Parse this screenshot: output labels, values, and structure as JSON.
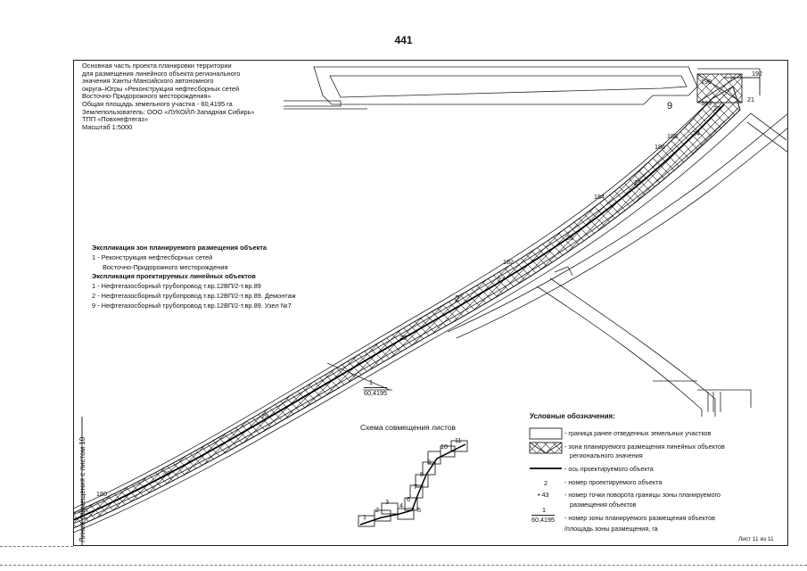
{
  "page_number": "441",
  "header": {
    "lines": [
      "Основная часть проекта планировки территории",
      "для размещения линейного объекта регионального",
      "значения Ханты-Мансийского автономного",
      "округа–Югры «Реконструкция нефтесборных сетей",
      "Восточно-Придорожного месторождения»",
      "Общая площадь земельного участка - 60,4195 га",
      "Землепользователь: ООО «ЛУКОЙЛ-Западная Сибирь»",
      "ТПП «Повхнефтегаз»",
      "Масштаб 1:5000"
    ]
  },
  "zones_explication": {
    "title": "Экспликация зон планируемого размещения объекта",
    "items": [
      "1 - Реконструкция нефтесборных сетей",
      "Восточно-Придорожного месторождения"
    ]
  },
  "objects_explication": {
    "title": "Экспликация проектируемых линейных объектов",
    "items": [
      "1 - Нефтегазосборный трубопровод т.вр.12ВП/2-т.вр.89",
      "2 - Нефтегазосборный трубопровод т.вр.12ВП/2-т.вр.89. Демонтаж",
      "9 - Нефтегазосборный трубопровод т.вр.12ВП/2-т.вр.89. Узел №7"
    ]
  },
  "map_labels": {
    "points": [
      "192",
      "190",
      "21",
      "189",
      "23",
      "24",
      "188",
      "186",
      "25",
      "184",
      "26",
      "182",
      "27",
      "28",
      "29",
      "30",
      "180"
    ],
    "object_numbers": [
      "9",
      "2"
    ],
    "zone_number": "1",
    "zone_area": "60,4195"
  },
  "scheme": {
    "title": "Схема совмещения листов",
    "sheets": [
      "1",
      "2",
      "3",
      "4",
      "5",
      "6",
      "7",
      "8",
      "9",
      "10",
      "11"
    ]
  },
  "legend": {
    "title": "Условные обозначения:",
    "items": [
      "- граница ранее отведенных земельных участков",
      "- зона планируемого размещения линейных объектов",
      "регионального значения",
      "- ось проектируемого объекта",
      "- номер проектируемого объекта",
      "- номер точки поворота границы зоны планируемого",
      "размещения объектов",
      "- номер зоны планируемого размещения объектов",
      "/площадь зоны размещения, га"
    ],
    "sample_object_number": "2",
    "sample_point_number": "43",
    "sample_zone_number": "1",
    "sample_zone_area": "60,4195"
  },
  "join_line_label": "Линия совмещения с листом 10",
  "sheet_footer": "Лист 11 из 11"
}
